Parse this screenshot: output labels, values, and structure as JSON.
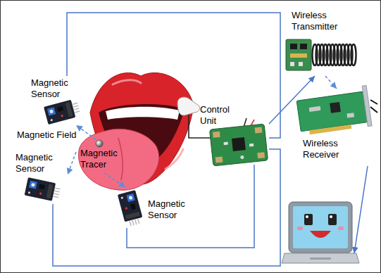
{
  "diagram": {
    "nodes": [
      {
        "text": [
          "Magnetic Sensor"
        ]
      },
      {
        "text": [
          "Magnetic Sensor"
        ]
      },
      {
        "text": [
          "Magnetic Tracer"
        ]
      },
      {
        "text": [
          "Magnetic Sensor"
        ]
      },
      {
        "text": [
          "Control Unit"
        ]
      },
      {
        "text": [
          "Wireless Transmitter"
        ]
      },
      {
        "text": [
          "Wireless Receiver"
        ]
      }
    ],
    "edges": [
      {
        "from": 2,
        "to": 0,
        "arrow": "to"
      },
      {
        "from": 2,
        "to": 1,
        "arrow": "to"
      },
      {
        "from": 2,
        "to": 3,
        "arrow": "to"
      },
      {
        "from": 0,
        "to": 4,
        "arrow": "none"
      },
      {
        "from": 1,
        "to": 4,
        "arrow": "none"
      },
      {
        "from": 3,
        "to": 4,
        "arrow": "none"
      },
      {
        "from": 4,
        "to": 5,
        "arrow": "to"
      },
      {
        "from": 5,
        "to": 6,
        "arrow": "to"
      }
    ],
    "labels": [
      "Magnetic Field"
    ]
  }
}
